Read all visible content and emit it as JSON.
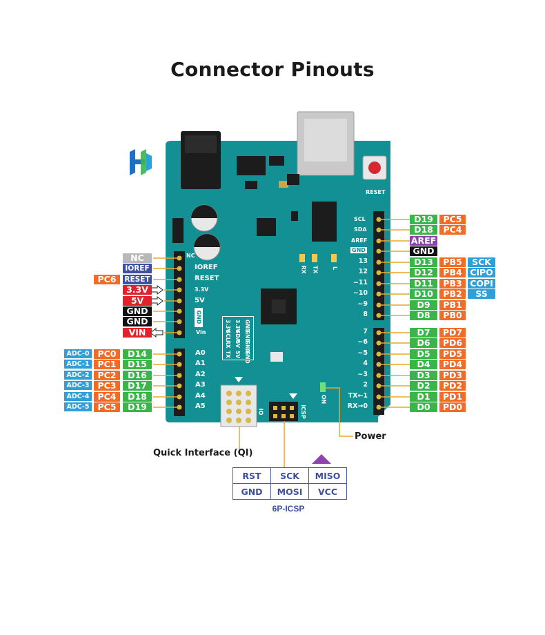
{
  "title": "Connector Pinouts",
  "colors": {
    "board": "#129094",
    "digital_green": "#3bb54a",
    "port_orange": "#f26b27",
    "func_blue": "#2f9fd8",
    "nc_gray": "#b8b8b8",
    "ioref_navy": "#3d4ea3",
    "power_red": "#e0232b",
    "gnd_black": "#111111",
    "aref_purple": "#8e44ad"
  },
  "left_header": {
    "nc": "NC",
    "ioref": "IOREF",
    "reset": "RESET",
    "reset_port": "PC6",
    "v33": "3.3V",
    "v5": "5V",
    "gnd1": "GND",
    "gnd2": "GND",
    "vin": "VIN"
  },
  "analog_pins": [
    {
      "adc": "ADC-0",
      "port": "PC0",
      "digital": "D14",
      "silk": "A0"
    },
    {
      "adc": "ADC-1",
      "port": "PC1",
      "digital": "D15",
      "silk": "A1"
    },
    {
      "adc": "ADC-2",
      "port": "PC2",
      "digital": "D16",
      "silk": "A2"
    },
    {
      "adc": "ADC-3",
      "port": "PC3",
      "digital": "D17",
      "silk": "A3"
    },
    {
      "adc": "ADC-4",
      "port": "PC4",
      "digital": "D18",
      "silk": "A4"
    },
    {
      "adc": "ADC-5",
      "port": "PC5",
      "digital": "D19",
      "silk": "A5"
    }
  ],
  "right_top": [
    {
      "digital": "D19",
      "port": "PC5",
      "silk": "SCL"
    },
    {
      "digital": "D18",
      "port": "PC4",
      "silk": "SDA"
    }
  ],
  "aref_label": "AREF",
  "aref_silk": "AREF",
  "gnd_right": "GND",
  "gnd_right_silk": "GND",
  "right_digital": [
    {
      "digital": "D13",
      "port": "PB5",
      "func": "SCK",
      "silk": "13"
    },
    {
      "digital": "D12",
      "port": "PB4",
      "func": "CIPO",
      "silk": "12"
    },
    {
      "digital": "D11",
      "port": "PB3",
      "func": "COPI",
      "silk": "~11"
    },
    {
      "digital": "D10",
      "port": "PB2",
      "func": "SS",
      "silk": "~10"
    },
    {
      "digital": "D9",
      "port": "PB1",
      "func": "",
      "silk": "~9"
    },
    {
      "digital": "D8",
      "port": "PB0",
      "func": "",
      "silk": "8"
    },
    {
      "digital": "D7",
      "port": "PD7",
      "func": "",
      "silk": "7"
    },
    {
      "digital": "D6",
      "port": "PD6",
      "func": "",
      "silk": "~6"
    },
    {
      "digital": "D5",
      "port": "PD5",
      "func": "",
      "silk": "~5"
    },
    {
      "digital": "D4",
      "port": "PD4",
      "func": "",
      "silk": "4"
    },
    {
      "digital": "D3",
      "port": "PD3",
      "func": "",
      "silk": "~3"
    },
    {
      "digital": "D2",
      "port": "PD2",
      "func": "",
      "silk": "2"
    },
    {
      "digital": "D1",
      "port": "PD1",
      "func": "",
      "silk": "TX←1"
    },
    {
      "digital": "D0",
      "port": "PD0",
      "func": "",
      "silk": "RX→0"
    }
  ],
  "board_silk": {
    "nc": "NC",
    "ioref": "IOREF",
    "reset": "RESET",
    "v33": "3.3V",
    "v5": "5V",
    "gnd": "GND",
    "vin": "Vin",
    "reset_button": "RESET",
    "rx": "RX",
    "tx": "TX",
    "l": "L",
    "on": "ON",
    "icsp": "ICSP",
    "qi_marker": "IO",
    "qi_table": [
      [
        "3.3V",
        "SCL",
        "RX",
        "TX"
      ],
      [
        "3.3V",
        "SDA",
        "5V",
        "5V"
      ],
      [
        "GND",
        "GND",
        "GND",
        "GND"
      ]
    ]
  },
  "callouts": {
    "power": "Power",
    "qi": "Quick Interface (QI)"
  },
  "icsp_table": {
    "rows": [
      [
        "RST",
        "SCK",
        "MISO"
      ],
      [
        "GND",
        "MOSI",
        "VCC"
      ]
    ],
    "title": "6P-ICSP"
  }
}
